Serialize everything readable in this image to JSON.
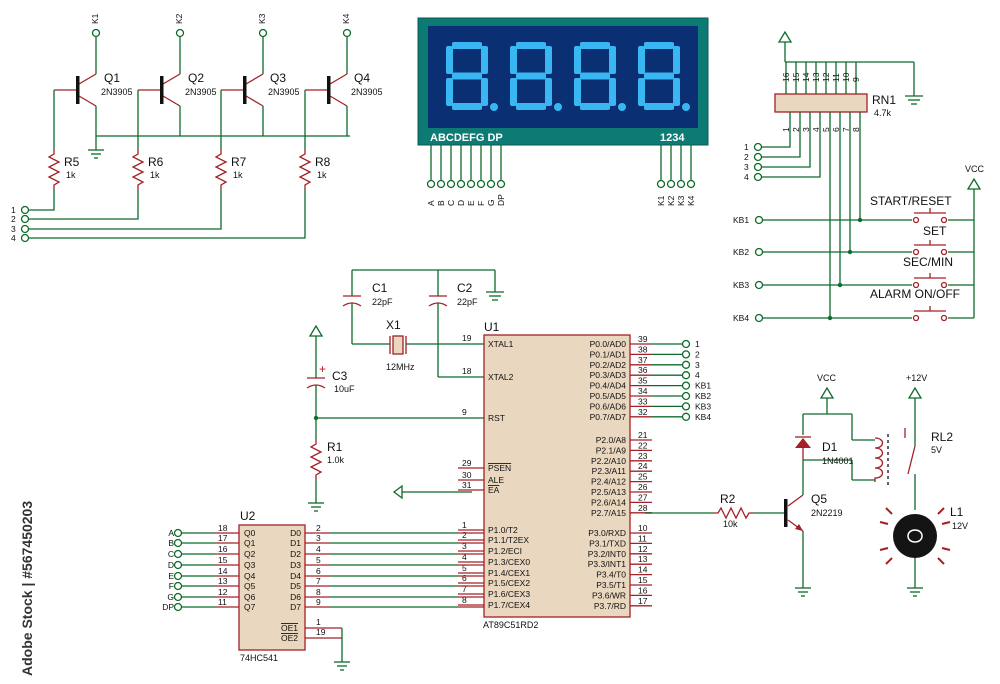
{
  "transistors": [
    {
      "ref": "Q1",
      "part": "2N3905",
      "collector": "K1"
    },
    {
      "ref": "Q2",
      "part": "2N3905",
      "collector": "K2"
    },
    {
      "ref": "Q3",
      "part": "2N3905",
      "collector": "K3"
    },
    {
      "ref": "Q4",
      "part": "2N3905",
      "collector": "K4"
    }
  ],
  "base_resistors": [
    {
      "ref": "R5",
      "value": "1k"
    },
    {
      "ref": "R6",
      "value": "1k"
    },
    {
      "ref": "R7",
      "value": "1k"
    },
    {
      "ref": "R8",
      "value": "1k"
    }
  ],
  "left_inputs": [
    "1",
    "2",
    "3",
    "4"
  ],
  "display": {
    "digits": "8.8.8.8",
    "label_left": "ABCDEFG  DP",
    "label_right": "1234",
    "segment_pins": [
      "A",
      "B",
      "C",
      "D",
      "E",
      "F",
      "G",
      "DP"
    ],
    "common_pins": [
      "K1",
      "K2",
      "K3",
      "K4"
    ]
  },
  "rn1": {
    "ref": "RN1",
    "value": "4.7k",
    "top_pins": [
      "16",
      "15",
      "14",
      "13",
      "12",
      "11",
      "10",
      "9"
    ],
    "bottom_pins": [
      "1",
      "2",
      "3",
      "4",
      "5",
      "6",
      "7",
      "8"
    ],
    "inputs": [
      "1",
      "2",
      "3",
      "4"
    ]
  },
  "vcc_label": "VCC",
  "buttons": [
    {
      "net": "KB1",
      "label": "START/RESET"
    },
    {
      "net": "KB2",
      "label": "SET"
    },
    {
      "net": "KB3",
      "label": "SEC/MIN"
    },
    {
      "net": "KB4",
      "label": "ALARM ON/OFF"
    }
  ],
  "crystal": {
    "c1": "C1",
    "c1v": "22pF",
    "c2": "C2",
    "c2v": "22pF",
    "x1": "X1",
    "x1v": "12MHz"
  },
  "reset": {
    "c3": "C3",
    "c3v": "10uF",
    "r1": "R1",
    "r1v": "1.0k",
    "plus": "+"
  },
  "u1": {
    "ref": "U1",
    "part": "AT89C51RD2",
    "left_pins": [
      {
        "num": "19",
        "name": "XTAL1"
      },
      {
        "num": "18",
        "name": "XTAL2"
      },
      {
        "num": "9",
        "name": "RST"
      },
      {
        "num": "29",
        "name": "PSEN"
      },
      {
        "num": "30",
        "name": "ALE"
      },
      {
        "num": "31",
        "name": "EA"
      },
      {
        "num": "1",
        "name": "P1.0/T2"
      },
      {
        "num": "2",
        "name": "P1.1/T2EX"
      },
      {
        "num": "3",
        "name": "P1.2/ECI"
      },
      {
        "num": "4",
        "name": "P1.3/CEX0"
      },
      {
        "num": "5",
        "name": "P1.4/CEX1"
      },
      {
        "num": "6",
        "name": "P1.5/CEX2"
      },
      {
        "num": "7",
        "name": "P1.6/CEX3"
      },
      {
        "num": "8",
        "name": "P1.7/CEX4"
      }
    ],
    "p0": [
      {
        "num": "39",
        "name": "P0.0/AD0",
        "net": "1"
      },
      {
        "num": "38",
        "name": "P0.1/AD1",
        "net": "2"
      },
      {
        "num": "37",
        "name": "P0.2/AD2",
        "net": "3"
      },
      {
        "num": "36",
        "name": "P0.3/AD3",
        "net": "4"
      },
      {
        "num": "35",
        "name": "P0.4/AD4",
        "net": "KB1"
      },
      {
        "num": "34",
        "name": "P0.5/AD5",
        "net": "KB2"
      },
      {
        "num": "33",
        "name": "P0.6/AD6",
        "net": "KB3"
      },
      {
        "num": "32",
        "name": "P0.7/AD7",
        "net": "KB4"
      }
    ],
    "p2": [
      {
        "num": "21",
        "name": "P2.0/A8"
      },
      {
        "num": "22",
        "name": "P2.1/A9"
      },
      {
        "num": "23",
        "name": "P2.2/A10"
      },
      {
        "num": "24",
        "name": "P2.3/A11"
      },
      {
        "num": "25",
        "name": "P2.4/A12"
      },
      {
        "num": "26",
        "name": "P2.5/A13"
      },
      {
        "num": "27",
        "name": "P2.6/A14"
      },
      {
        "num": "28",
        "name": "P2.7/A15"
      }
    ],
    "p3": [
      {
        "num": "10",
        "name": "P3.0/RXD"
      },
      {
        "num": "11",
        "name": "P3.1/TXD"
      },
      {
        "num": "12",
        "name": "P3.2/INT0"
      },
      {
        "num": "13",
        "name": "P3.3/INT1"
      },
      {
        "num": "14",
        "name": "P3.4/T0"
      },
      {
        "num": "15",
        "name": "P3.5/T1"
      },
      {
        "num": "16",
        "name": "P3.6/WR"
      },
      {
        "num": "17",
        "name": "P3.7/RD"
      }
    ]
  },
  "u2": {
    "ref": "U2",
    "part": "74HC541",
    "inputs": [
      {
        "net": "A",
        "pin": "18",
        "q": "Q0"
      },
      {
        "net": "B",
        "pin": "17",
        "q": "Q1"
      },
      {
        "net": "C",
        "pin": "16",
        "q": "Q2"
      },
      {
        "net": "D",
        "pin": "15",
        "q": "Q3"
      },
      {
        "net": "E",
        "pin": "14",
        "q": "Q4"
      },
      {
        "net": "F",
        "pin": "13",
        "q": "Q5"
      },
      {
        "net": "G",
        "pin": "12",
        "q": "Q6"
      },
      {
        "net": "DP",
        "pin": "11",
        "q": "Q7"
      }
    ],
    "outputs": [
      {
        "d": "D0",
        "pin": "2"
      },
      {
        "d": "D1",
        "pin": "3"
      },
      {
        "d": "D2",
        "pin": "4"
      },
      {
        "d": "D3",
        "pin": "5"
      },
      {
        "d": "D4",
        "pin": "6"
      },
      {
        "d": "D5",
        "pin": "7"
      },
      {
        "d": "D6",
        "pin": "8"
      },
      {
        "d": "D7",
        "pin": "9"
      }
    ],
    "oe1": "OE1",
    "oe1pin": "1",
    "oe2": "OE2",
    "oe2pin": "19"
  },
  "driver": {
    "r2": "R2",
    "r2v": "10k",
    "q5": "Q5",
    "q5v": "2N2219",
    "d1": "D1",
    "d1v": "1N4001",
    "vcc": "VCC",
    "v12": "+12V",
    "rl2": "RL2",
    "rl2v": "5V",
    "l1": "L1",
    "l1v": "12V"
  },
  "watermark": "Adobe Stock | #567450203"
}
